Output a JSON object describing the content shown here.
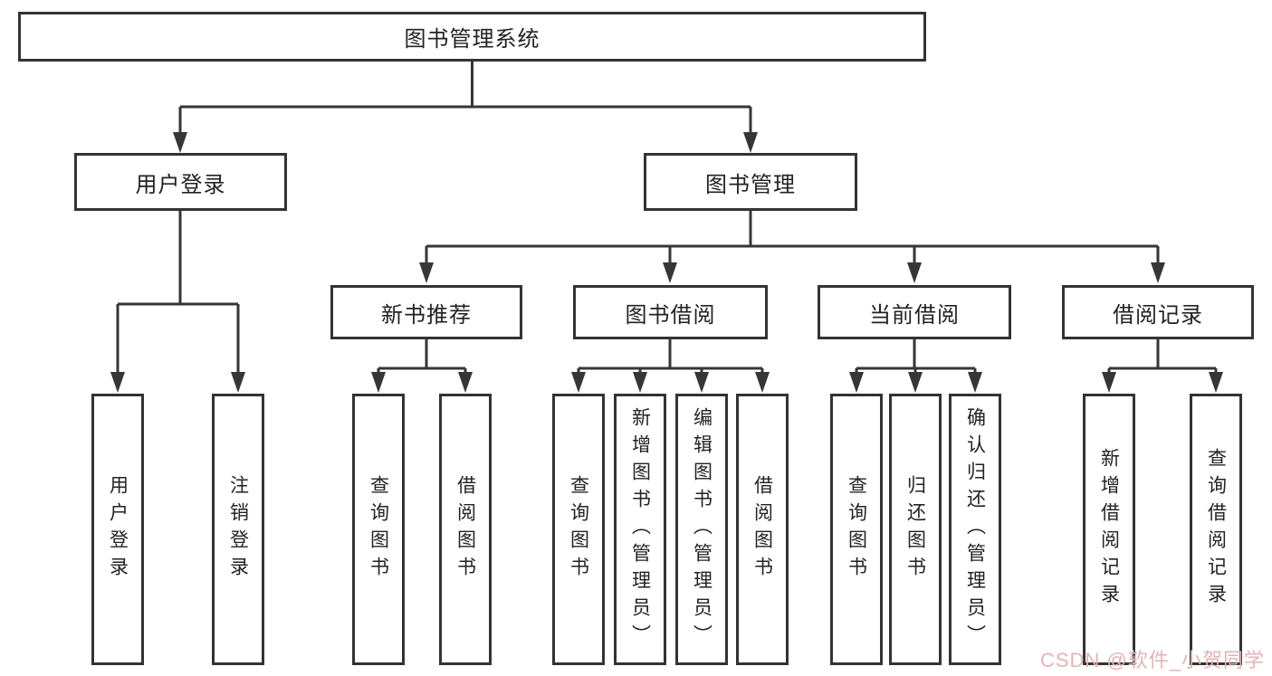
{
  "nodes": {
    "root": "图书管理系统",
    "user_login": "用户登录",
    "book_management": "图书管理",
    "new_book_recommend": "新书推荐",
    "book_borrowing": "图书借阅",
    "current_borrowing": "当前借阅",
    "borrowing_records": "借阅记录",
    "leaf_login": "用户登录",
    "leaf_logout": "注销登录",
    "leaf_rec_query_books": "查询图书",
    "leaf_rec_borrow_books": "借阅图书",
    "leaf_bor_query_books": "查询图书",
    "leaf_bor_add_books_admin": "新增图书（管理员）",
    "leaf_bor_edit_books_admin": "编辑图书（管理员）",
    "leaf_bor_borrow_books": "借阅图书",
    "leaf_cur_query_books": "查询图书",
    "leaf_cur_return_books": "归还图书",
    "leaf_cur_confirm_return_admin": "确认归还（管理员）",
    "leaf_record_add": "新增借阅记录",
    "leaf_record_query": "查询借阅记录"
  },
  "watermark": {
    "text": "CSDN @软件_小贺同学"
  },
  "colors": {
    "line": "#363636",
    "box_border": "#333333",
    "text": "#222222",
    "watermark": "#e4b3b3",
    "background": "#ffffff"
  }
}
